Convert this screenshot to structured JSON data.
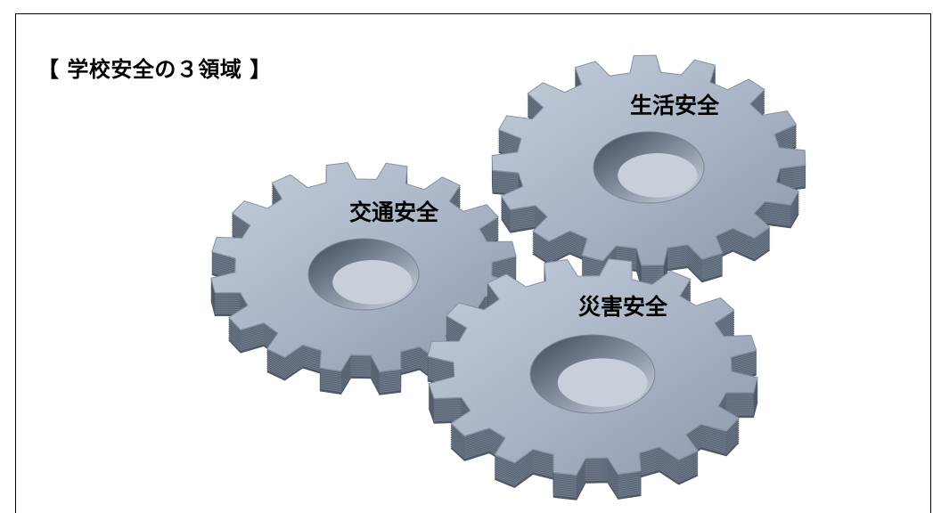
{
  "heading": "【 学校安全の３領域 】",
  "gears": [
    {
      "id": "traffic",
      "label": "交通安全"
    },
    {
      "id": "life",
      "label": "生活安全"
    },
    {
      "id": "disaster",
      "label": "災害安全"
    }
  ],
  "colors": {
    "gear_top": "#a9b5c6",
    "gear_side": "#6f7b8c",
    "gear_dark": "#4e5866",
    "hole_light": "#c7cfdb",
    "border": "#000000"
  }
}
